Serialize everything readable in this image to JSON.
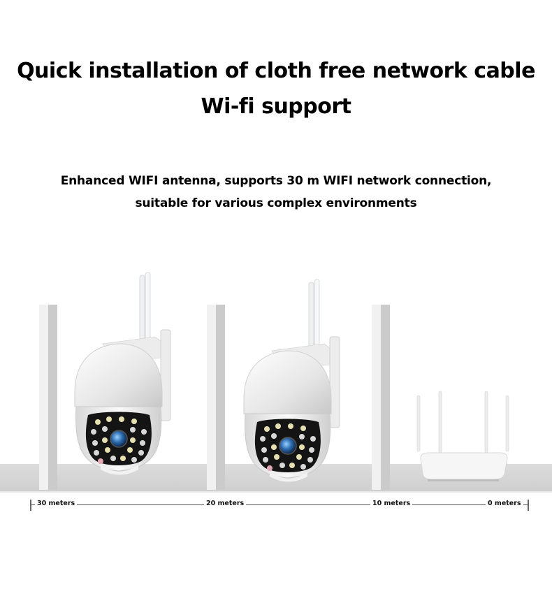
{
  "headline": {
    "line1": "Quick installation of cloth free network cable",
    "line2": "Wi-fi support"
  },
  "subheadline": {
    "line1": "Enhanced WIFI antenna, supports 30 m WIFI network connection,",
    "line2": "suitable for various complex environments"
  },
  "illustration": {
    "devices": [
      {
        "type": "ptz-camera",
        "label": "camera-far"
      },
      {
        "type": "ptz-camera",
        "label": "camera-near"
      },
      {
        "type": "wifi-router",
        "label": "router"
      }
    ]
  },
  "distance_scale": {
    "markers": [
      "30 meters",
      "20 meters",
      "10 meters",
      "0 meters"
    ]
  },
  "colors": {
    "text": "#000000",
    "wall_face": "#f1f1f1",
    "wall_side": "#cbcbcb",
    "floor": "#d6d6d6",
    "lens": "#2f6fb3"
  }
}
